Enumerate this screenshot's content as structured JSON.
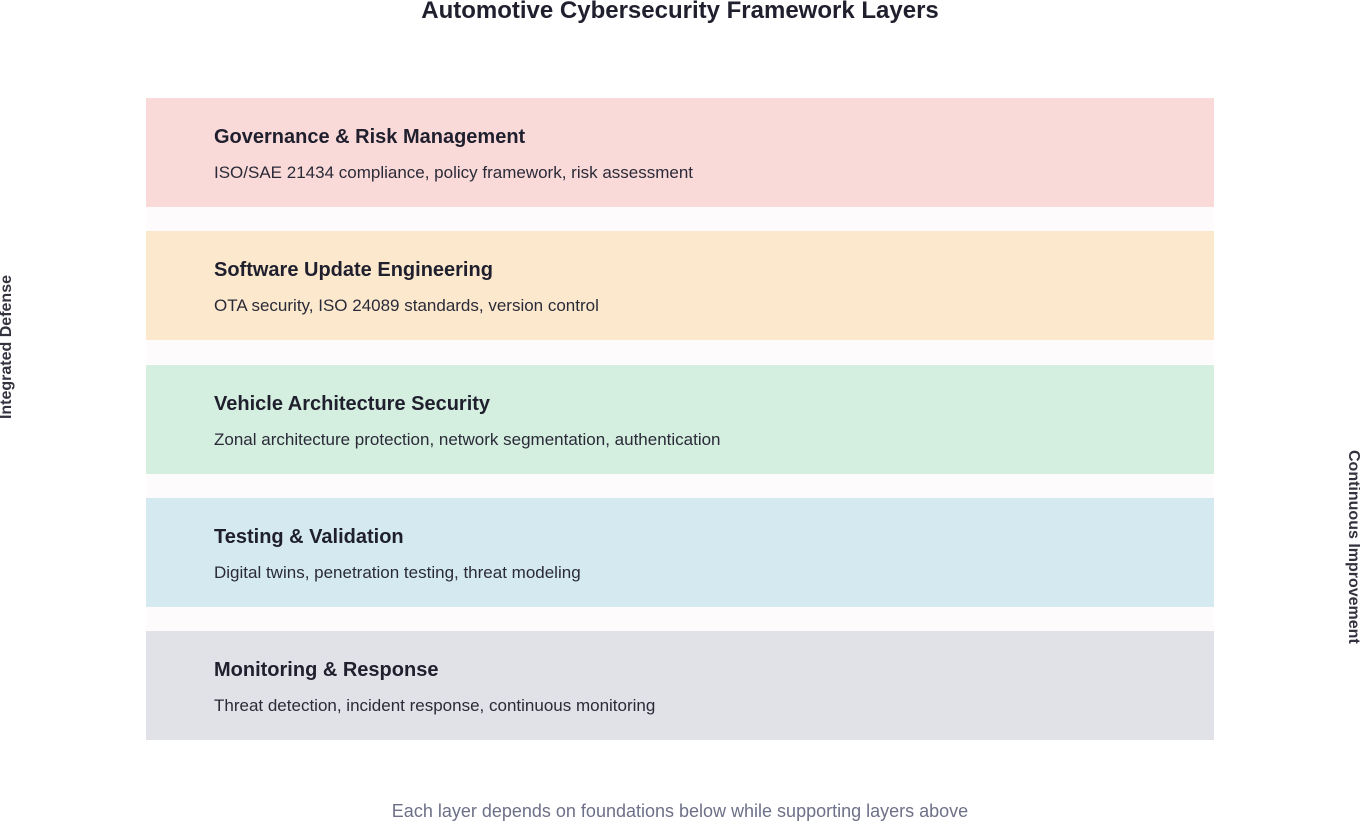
{
  "diagram": {
    "title": "Automotive Cybersecurity Framework Layers",
    "side_left_label": "Integrated Defense",
    "side_right_label": "Continuous Improvement",
    "footer_note": "Each layer depends on foundations below while supporting layers above",
    "layers": [
      {
        "title": "Governance & Risk Management",
        "description": "ISO/SAE 21434 compliance, policy framework, risk assessment",
        "color": "#f9dad8"
      },
      {
        "title": "Software Update Engineering",
        "description": "OTA security, ISO 24089 standards, version control",
        "color": "#fce9cd"
      },
      {
        "title": "Vehicle Architecture Security",
        "description": "Zonal architecture protection, network segmentation, authentication",
        "color": "#d4eedf"
      },
      {
        "title": "Testing & Validation",
        "description": "Digital twins, penetration testing, threat modeling",
        "color": "#d4eaf0"
      },
      {
        "title": "Monitoring & Response",
        "description": "Threat detection, incident response, continuous monitoring",
        "color": "#e1e2e7"
      }
    ]
  }
}
